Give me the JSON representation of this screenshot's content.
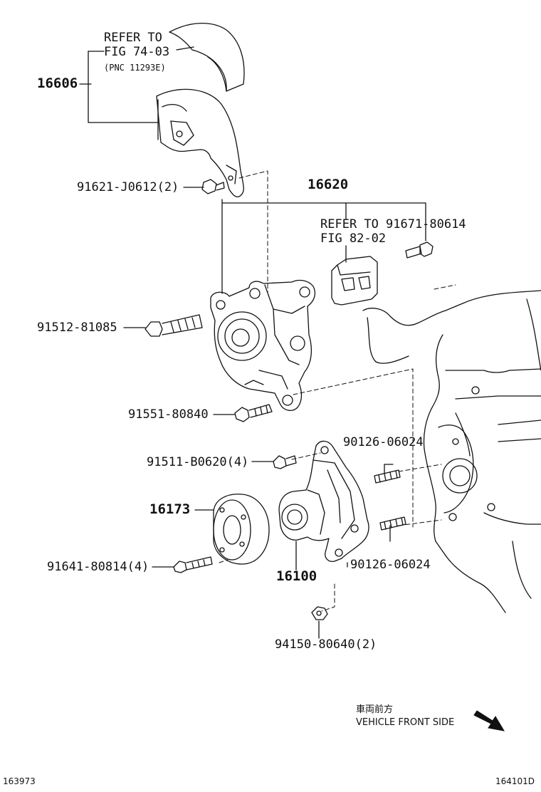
{
  "labels": {
    "refer1_a": "REFER TO",
    "refer1_b": "FIG 74-03",
    "refer1_c": "(PNC 11293E)",
    "p16606": "16606",
    "p91621": "91621-J0612(2)",
    "p16620": "16620",
    "refer2_a": "REFER TO",
    "refer2_b": "FIG 82-02",
    "p91671": "91671-80614",
    "p91512": "91512-81085",
    "p91551": "91551-80840",
    "p90126a": "90126-06024",
    "p91511": "91511-B0620(4)",
    "p16173": "16173",
    "p91641": "91641-80814(4)",
    "p90126b": "90126-06024",
    "p16100": "16100",
    "p94150": "94150-80640(2)",
    "front_jp": "車両前方",
    "front_en": "VEHICLE FRONT SIDE",
    "foot_left": "163973",
    "foot_right": "164101D"
  },
  "icons": {
    "direction": "arrow-right-down-icon"
  }
}
